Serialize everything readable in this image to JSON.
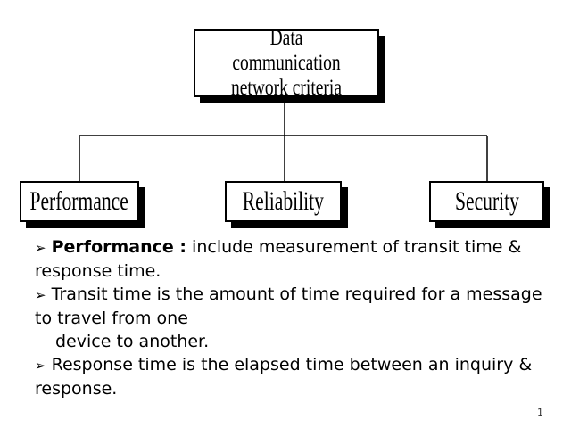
{
  "diagram": {
    "root": {
      "line1": "Data communication",
      "line2": "network criteria"
    },
    "children": [
      {
        "label": "Performance"
      },
      {
        "label": "Reliability"
      },
      {
        "label": "Security"
      }
    ]
  },
  "bullets": {
    "marker": "➢",
    "item1": {
      "bold": "Performance :",
      "rest": " include measurement of transit time & response time."
    },
    "item2": {
      "line1": "Transit time is the amount of time required for a message to travel from one",
      "line2": "device to another."
    },
    "item3": {
      "text": "Response time is the elapsed time between an inquiry & response."
    }
  },
  "page_number": "1"
}
